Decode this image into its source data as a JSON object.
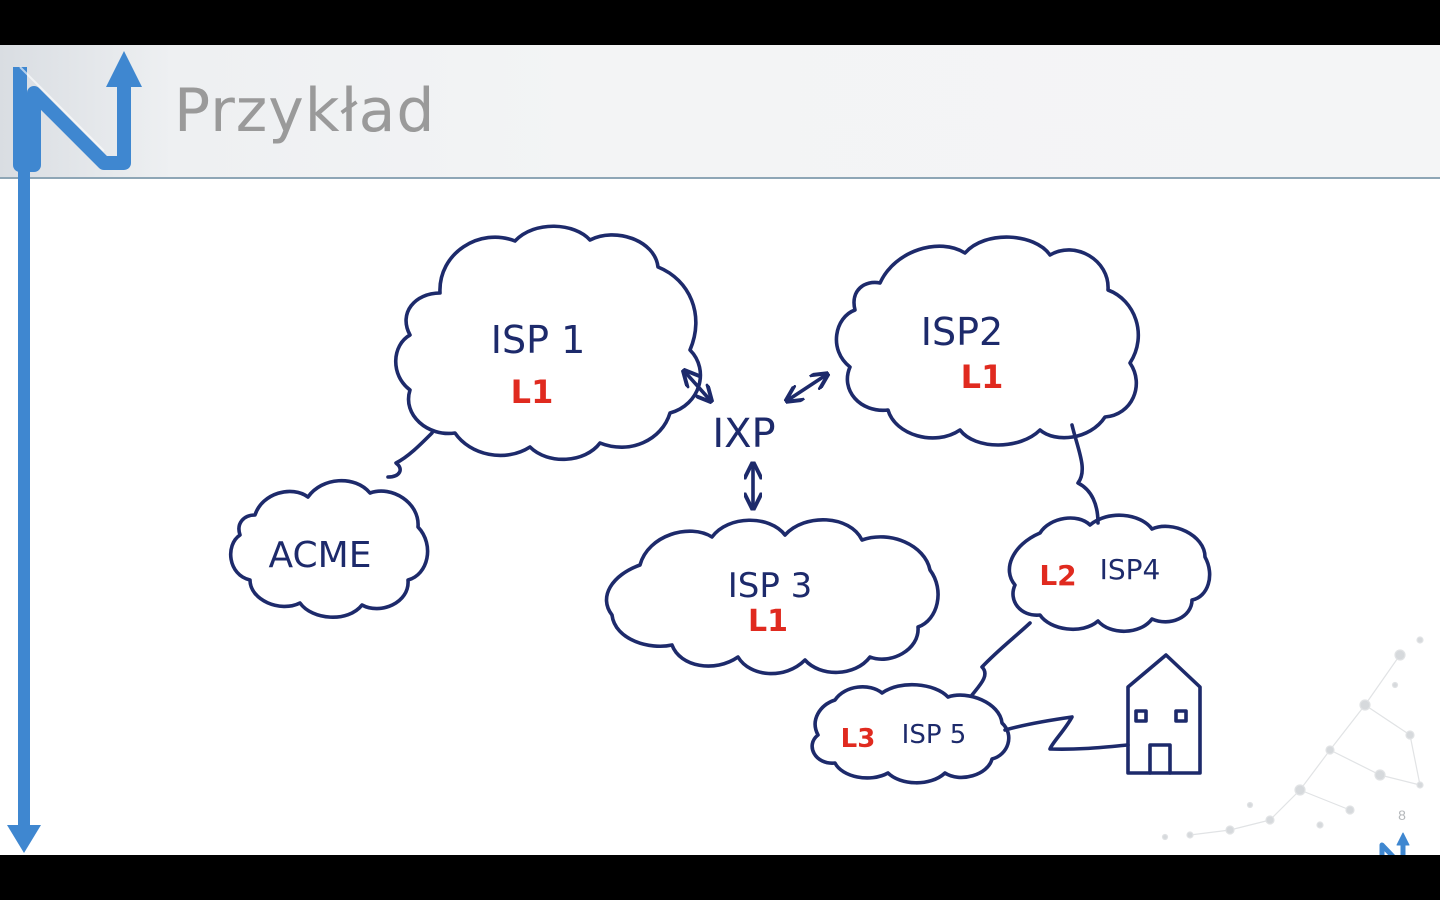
{
  "slide": {
    "title": "Przykład",
    "page_number": "8"
  },
  "colors": {
    "ink": "#1d2a6b",
    "level_red": "#e02a1f",
    "brand_blue": "#3f87d0",
    "title_gray": "#9a9a9a"
  },
  "nodes": {
    "isp1": {
      "name": "ISP 1",
      "level": "L1"
    },
    "isp2": {
      "name": "ISP2",
      "level": "L1"
    },
    "isp3": {
      "name": "ISP 3",
      "level": "L1"
    },
    "isp4": {
      "name": "ISP4",
      "level": "L2"
    },
    "isp5": {
      "name": "ISP 5",
      "level": "L3"
    },
    "acme": {
      "name": "ACME"
    },
    "ixp": {
      "name": "IXP"
    }
  },
  "icons": {
    "logo": "n-arrow-logo-icon",
    "home": "house-icon",
    "small_logo": "n-arrow-logo-icon"
  }
}
